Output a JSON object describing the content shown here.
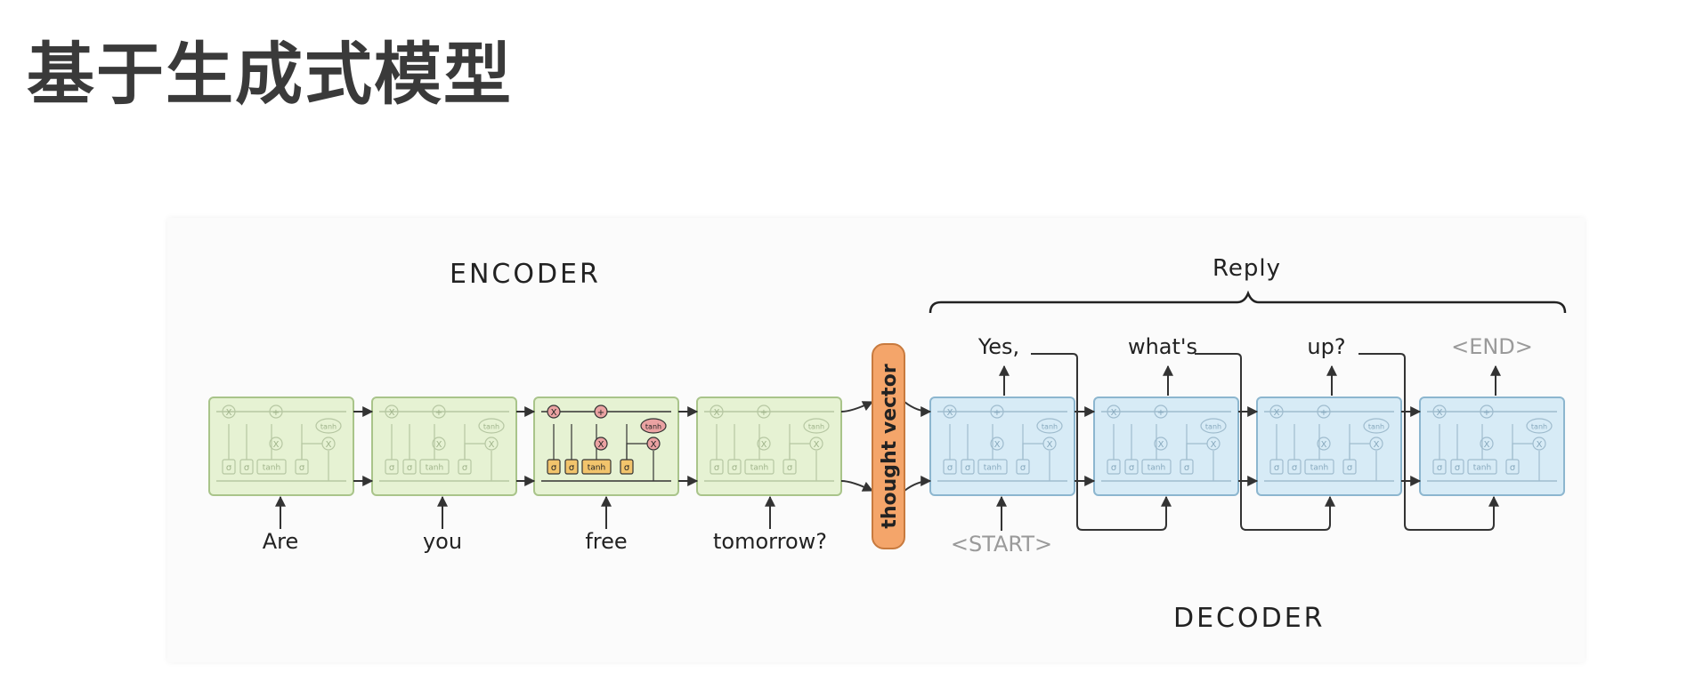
{
  "title": "基于生成式模型",
  "diagram": {
    "encoder_label": "ENCODER",
    "decoder_label": "DECODER",
    "reply_label": "Reply",
    "thought_vector_label": "thought vector",
    "encoder_inputs": [
      "Are",
      "you",
      "free",
      "tomorrow?"
    ],
    "decoder_input": "<START>",
    "decoder_outputs": [
      "Yes,",
      "what's",
      "up?",
      "<END>"
    ],
    "cell_labels": {
      "tanh": "tanh",
      "sigma": "σ",
      "mul": "X",
      "add": "+"
    },
    "colors": {
      "encoder_cell": "#e6f2d3",
      "encoder_border": "#a9c48a",
      "decoder_cell": "#d7ebf6",
      "decoder_border": "#8cb6cf",
      "thought_vector": "#f4a56a",
      "highlight_gate": "#f2c46c",
      "highlight_op": "#eaa2a2"
    }
  }
}
